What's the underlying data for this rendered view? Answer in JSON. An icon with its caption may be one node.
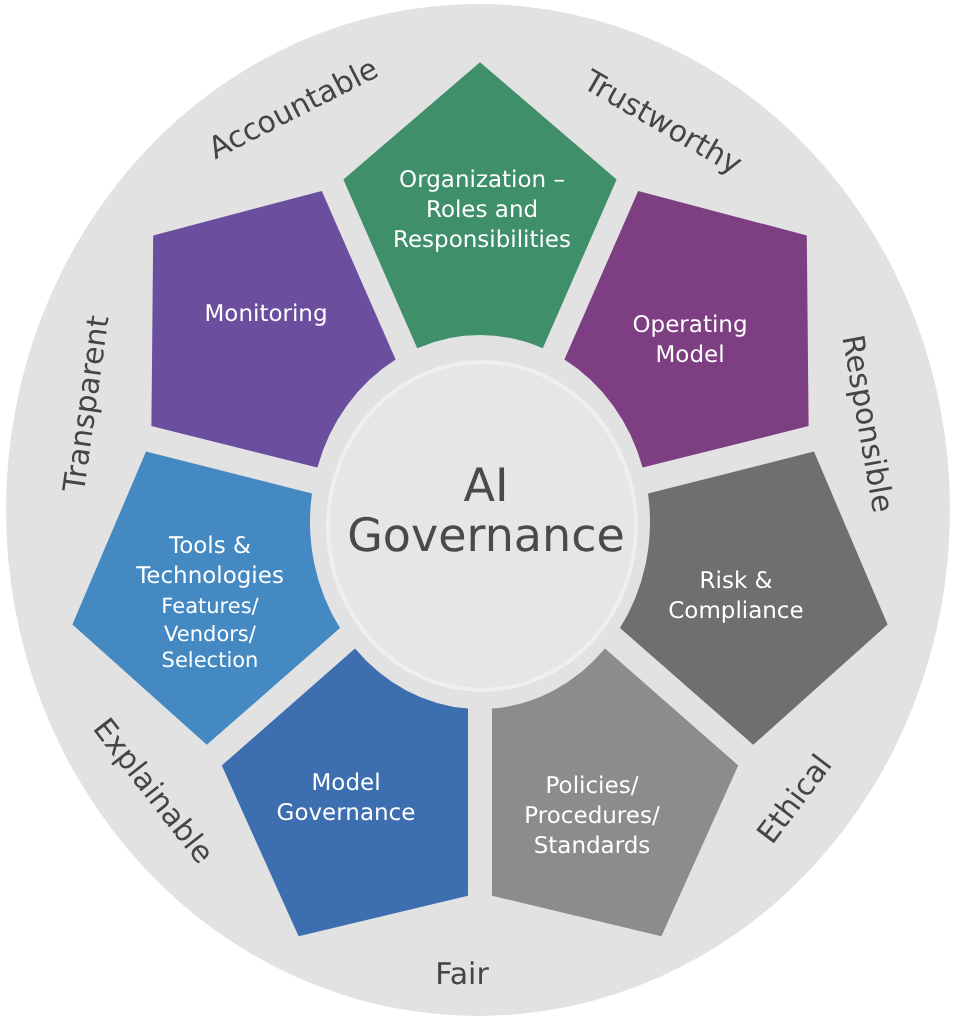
{
  "diagram": {
    "nodes": [
      {
        "text": [
          "Accountable",
          "Trustworthy",
          "Responsible",
          "Ethical",
          "Fair",
          "Explainable",
          "Transparent"
        ]
      },
      {
        "text": [
          "AI Governance"
        ],
        "in": 0
      },
      {
        "text": [
          "Organization – Roles and Responsibilities"
        ],
        "in": 0
      },
      {
        "text": [
          "Operating Model"
        ],
        "in": 0
      },
      {
        "text": [
          "Risk & Compliance"
        ],
        "in": 0
      },
      {
        "text": [
          "Policies/ Procedures/ Standards"
        ],
        "in": 0
      },
      {
        "text": [
          "Model Governance"
        ],
        "in": 0
      },
      {
        "text": [
          "Tools & Technologies",
          "Features/ Vendors/ Selection"
        ],
        "in": 0
      },
      {
        "text": [
          "Monitoring"
        ],
        "in": 0
      }
    ]
  }
}
